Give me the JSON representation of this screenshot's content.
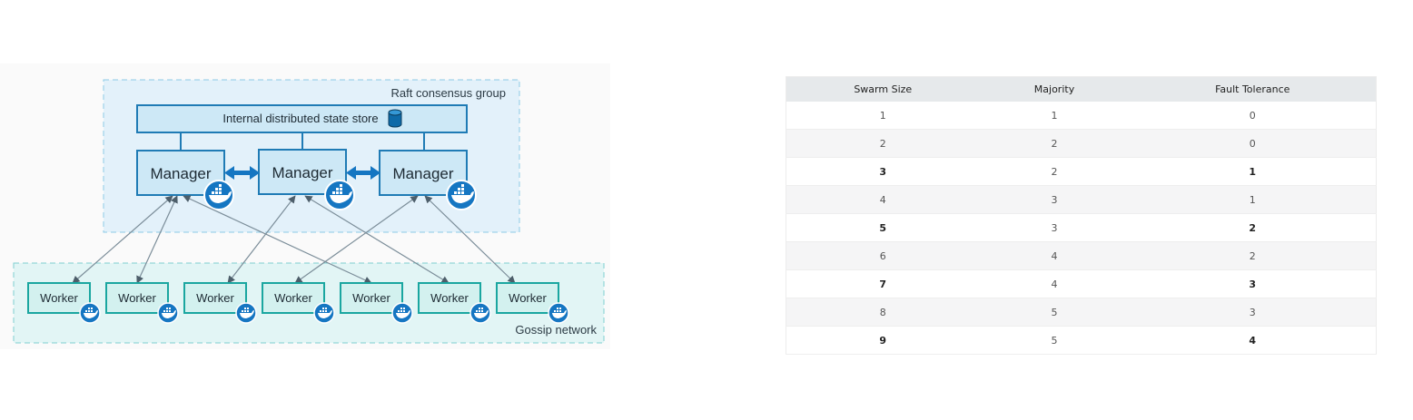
{
  "diagram": {
    "raft_label": "Raft consensus group",
    "store_label": "Internal distributed state store",
    "gossip_label": "Gossip network",
    "managers": [
      "Manager",
      "Manager",
      "Manager"
    ],
    "workers": [
      "Worker",
      "Worker",
      "Worker",
      "Worker",
      "Worker",
      "Worker",
      "Worker"
    ],
    "colors": {
      "raft_bg": "#e3f1fa",
      "gossip_bg": "#e2f5f5",
      "manager_fill": "#cde8f6",
      "manager_stroke": "#1f7bb5",
      "worker_fill": "#d3f1ef",
      "worker_stroke": "#1aa6a0",
      "docker_blue": "#1576c2",
      "arrow": "#7b8d99"
    }
  },
  "table": {
    "headers": [
      "Swarm Size",
      "Majority",
      "Fault Tolerance"
    ],
    "rows": [
      [
        "1",
        "1",
        "0"
      ],
      [
        "2",
        "2",
        "0"
      ],
      [
        "3",
        "2",
        "1"
      ],
      [
        "4",
        "3",
        "1"
      ],
      [
        "5",
        "3",
        "2"
      ],
      [
        "6",
        "4",
        "2"
      ],
      [
        "7",
        "4",
        "3"
      ],
      [
        "8",
        "5",
        "3"
      ],
      [
        "9",
        "5",
        "4"
      ]
    ]
  }
}
